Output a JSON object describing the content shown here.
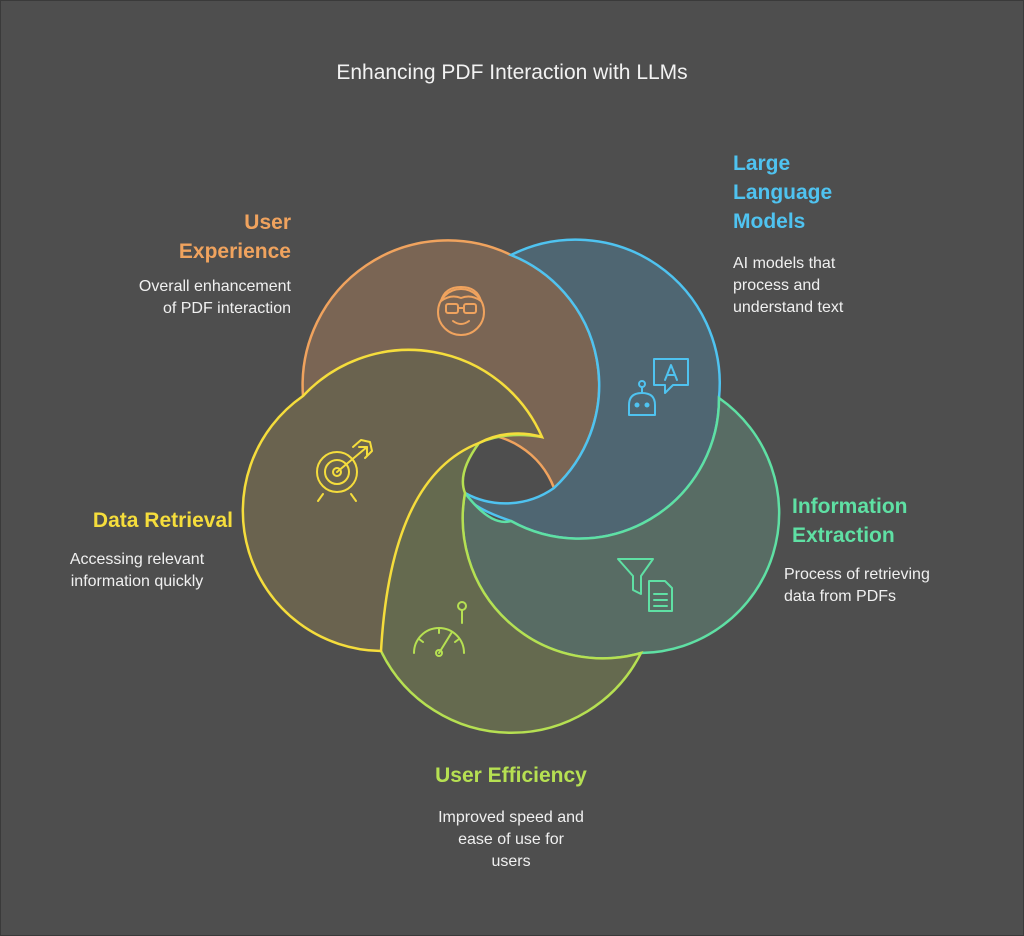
{
  "title": "Enhancing PDF Interaction with LLMs",
  "segments": [
    {
      "id": "user-experience",
      "title": "User\nExperience",
      "description": "Overall enhancement\nof PDF interaction",
      "color": "#f0a35e",
      "icon": "nerd-face-icon"
    },
    {
      "id": "large-language-models",
      "title": "Large\nLanguage\nModels",
      "description": "AI models that\nprocess and\nunderstand text",
      "color": "#4fc3f0",
      "icon": "robot-chat-icon"
    },
    {
      "id": "information-extraction",
      "title": "Information\nExtraction",
      "description": "Process of retrieving\ndata from PDFs",
      "color": "#5fe0a4",
      "icon": "filter-document-icon"
    },
    {
      "id": "user-efficiency",
      "title": "User Efficiency",
      "description": "Improved speed and\nease of use for\nusers",
      "color": "#b6e052",
      "icon": "speedometer-icon"
    },
    {
      "id": "data-retrieval",
      "title": "Data Retrieval",
      "description": "Accessing relevant\ninformation quickly",
      "color": "#f5dd3c",
      "icon": "target-icon"
    }
  ]
}
